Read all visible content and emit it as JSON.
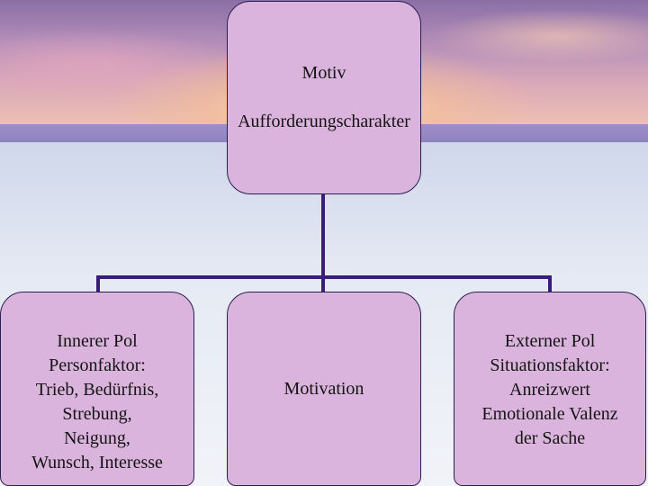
{
  "diagram": {
    "top_node": {
      "line1": "Motiv",
      "line2": "Aufforderungscharakter"
    },
    "left_node": {
      "lines": [
        "Innerer Pol",
        "Personfaktor:",
        "Trieb, Bedürfnis,",
        "Strebung,",
        "Neigung,",
        "Wunsch, Interesse"
      ]
    },
    "middle_node": {
      "label": "Motivation"
    },
    "right_node": {
      "lines": [
        "Externer Pol",
        "Situationsfaktor:",
        "Anreizwert",
        "Emotionale Valenz",
        "der Sache"
      ]
    },
    "colors": {
      "node_fill": "#dab4dc",
      "node_border": "#2b1f52",
      "connector": "#3a1c7a"
    }
  }
}
